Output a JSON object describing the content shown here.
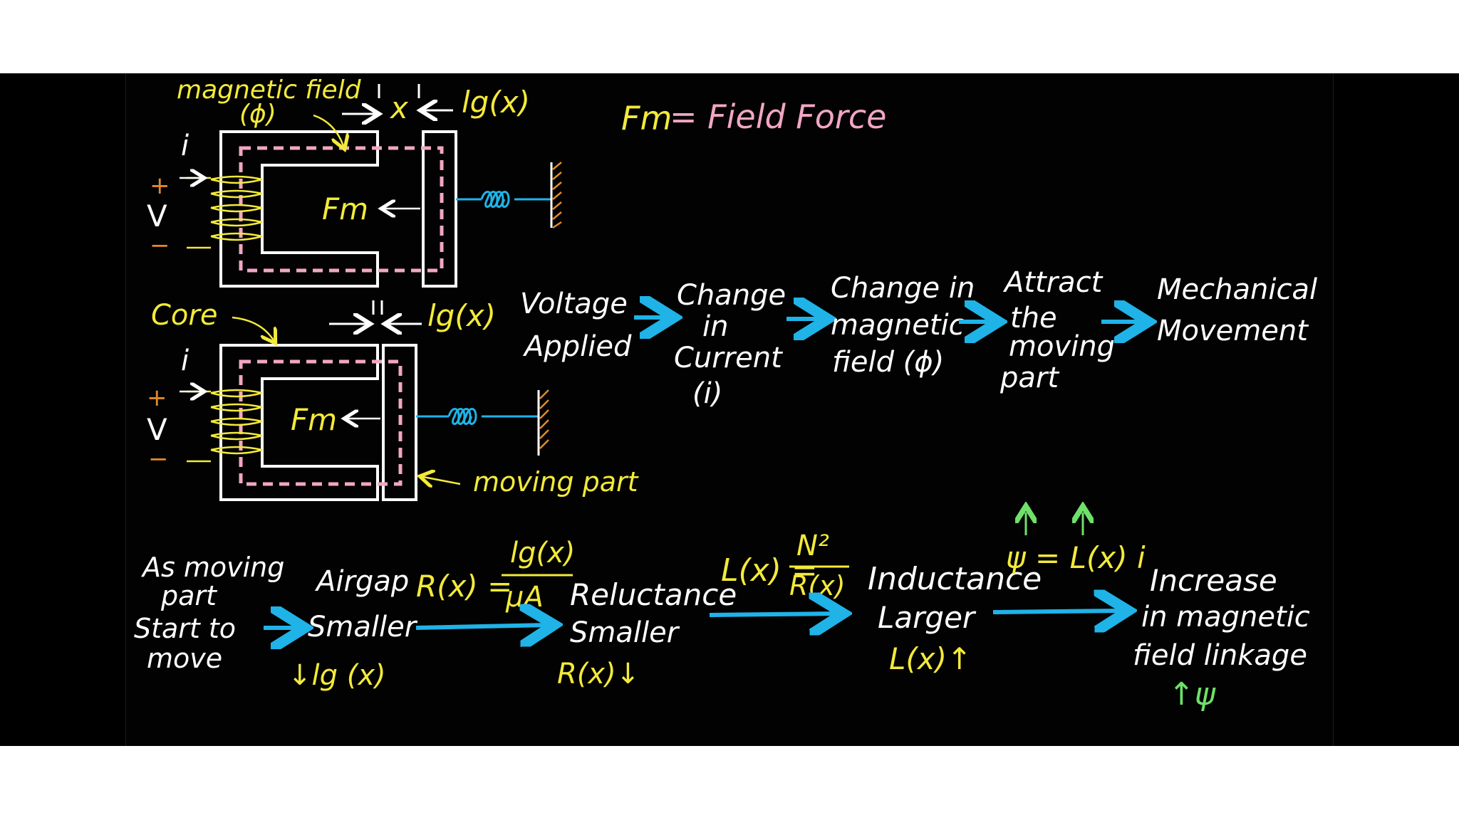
{
  "colors": {
    "background": "#000000",
    "page": "#ffffff",
    "yellow": "#f3ea3a",
    "white": "#ffffff",
    "pink": "#f2a6c4",
    "cyan": "#1fb3e8",
    "green": "#6fe06a",
    "orange": "#e08a2a"
  },
  "top_diagram": {
    "magnetic_field_label": "magnetic field",
    "phi_label": "(ϕ)",
    "i_label": "i",
    "plus_label": "+",
    "v_label": "V",
    "minus_label": "−",
    "gap_x_label": "x",
    "lg_label": "lg(x)",
    "fm_label": "Fm"
  },
  "bottom_diagram": {
    "core_label": "Core",
    "i_label": "i",
    "plus_label": "+",
    "v_label": "V",
    "minus_label": "−",
    "lg_label": "lg(x)",
    "fm_label": "Fm",
    "moving_part_label": "moving part"
  },
  "definition": {
    "lhs": "Fm",
    "rhs": "= Field Force"
  },
  "flow1": {
    "step1": [
      "Voltage",
      "Applied"
    ],
    "step2": [
      "Change",
      "in",
      "Current",
      "(i)"
    ],
    "step3": [
      "Change in",
      "magnetic",
      "field (ϕ)"
    ],
    "step4": [
      "Attract",
      "the",
      "moving",
      "part"
    ],
    "step5": [
      "Mechanical",
      "Movement"
    ]
  },
  "flow2": {
    "start": [
      "As moving",
      "part",
      "Start to",
      "move"
    ],
    "airgap": [
      "Airgap",
      "Smaller"
    ],
    "airgap_sub": "↓lg (x)",
    "reluctance_formula": "R(x) = lg(x) / μA",
    "reluctance_num": "lg(x)",
    "reluctance_den": "μA",
    "reluctance_lhs": "R(x) =",
    "reluctance": [
      "Reluctance",
      "Smaller"
    ],
    "reluctance_sub": "R(x)↓",
    "inductance_lhs": "L(x) =",
    "inductance_num": "N²",
    "inductance_den": "R(x)",
    "inductance": [
      "Inductance",
      "Larger"
    ],
    "inductance_sub": "L(x)↑",
    "linkage_formula": "ψ = L(x) i",
    "linkage": [
      "Increase",
      "in magnetic",
      "field linkage"
    ],
    "linkage_sub": "↑ψ"
  }
}
